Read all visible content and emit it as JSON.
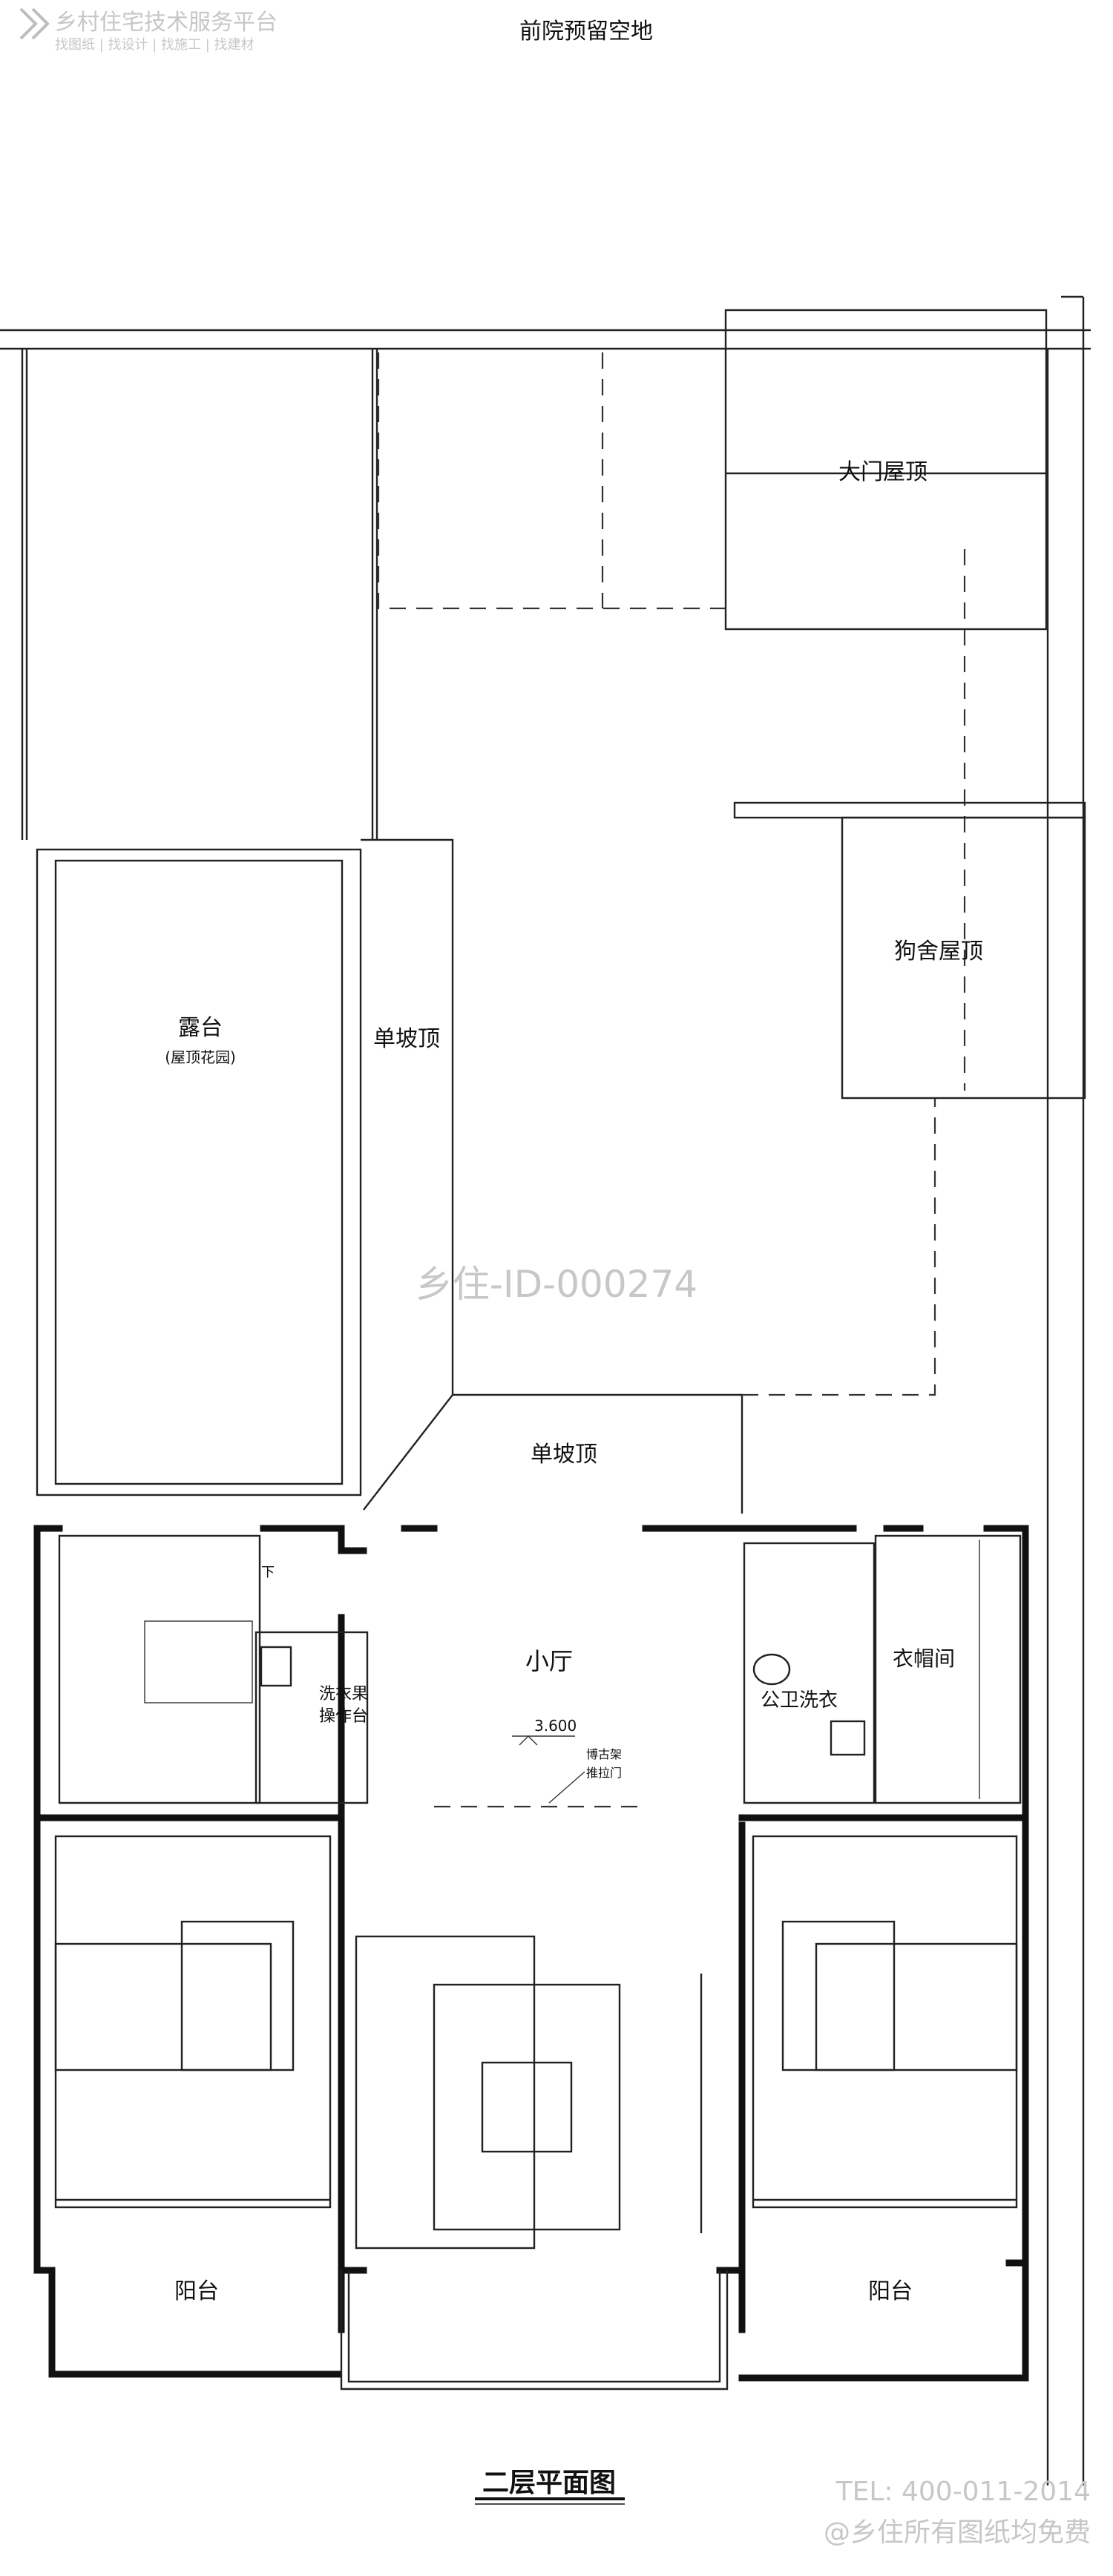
{
  "logo": {
    "name": "乡村住宅技术服务平台",
    "tags": "找图纸 | 找设计 | 找施工 | 找建材"
  },
  "labels": {
    "front_yard": "前院预留空地",
    "gate_roof": "大门屋顶",
    "doghouse_roof": "狗舍屋顶",
    "terrace": "露台",
    "terrace_sub": "(屋顶花园)",
    "shed_roof_1": "单坡顶",
    "shed_roof_2": "单坡顶",
    "lounge": "小厅",
    "laundry": "洗衣果",
    "laundry_2": "操作台",
    "elevation": "3.600",
    "door_note_1": "博古架",
    "door_note_2": "推拉门",
    "public_bath": "公卫洗衣",
    "closet": "衣帽间",
    "balcony_left": "阳台",
    "balcony_right": "阳台",
    "stair_down": "下"
  },
  "watermark": "乡住-ID-000274",
  "footer": {
    "plan_title": "二层平面图",
    "tel": "TEL: 400-011-2014",
    "free_note": "@乡住所有图纸均免费"
  }
}
